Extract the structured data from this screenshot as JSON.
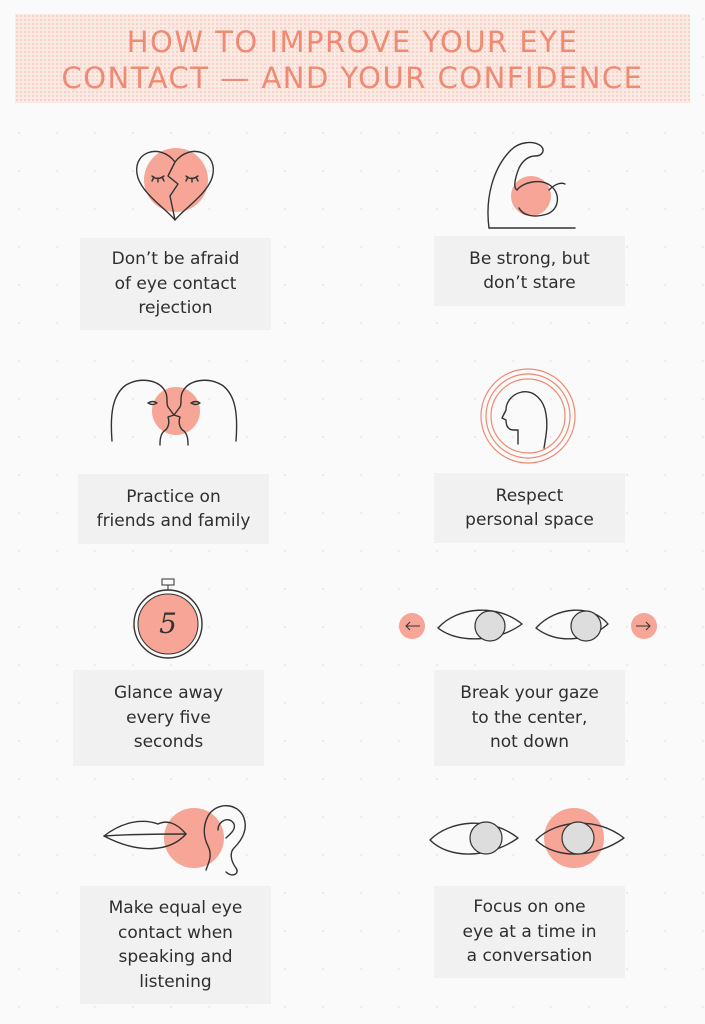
{
  "header": {
    "title_line1": "HOW TO IMPROVE YOUR EYE",
    "title_line2": "CONTACT — AND YOUR CONFIDENCE"
  },
  "colors": {
    "accent": "#ef8a73",
    "circle": "#f6a597",
    "label_bg": "#f1f1f1",
    "text": "#2e2e2e"
  },
  "tips": [
    {
      "icon": "broken-heart-icon",
      "text": "Don’t be afraid\nof eye contact\nrejection"
    },
    {
      "icon": "flexed-arm-icon",
      "text": "Be strong, but\ndon’t stare"
    },
    {
      "icon": "two-faces-icon",
      "text": "Practice on\nfriends and family"
    },
    {
      "icon": "head-circles-icon",
      "text": "Respect\npersonal space"
    },
    {
      "icon": "stopwatch-icon",
      "text": "Glance away\nevery five\nseconds",
      "timer_number": "5"
    },
    {
      "icon": "eyes-arrows-icon",
      "text": "Break your gaze\nto the center,\nnot down"
    },
    {
      "icon": "mouth-ear-icon",
      "text": "Make equal eye\ncontact when\nspeaking and\nlistening"
    },
    {
      "icon": "focused-eye-icon",
      "text": "Focus on one\neye at a time in\na conversation"
    }
  ]
}
